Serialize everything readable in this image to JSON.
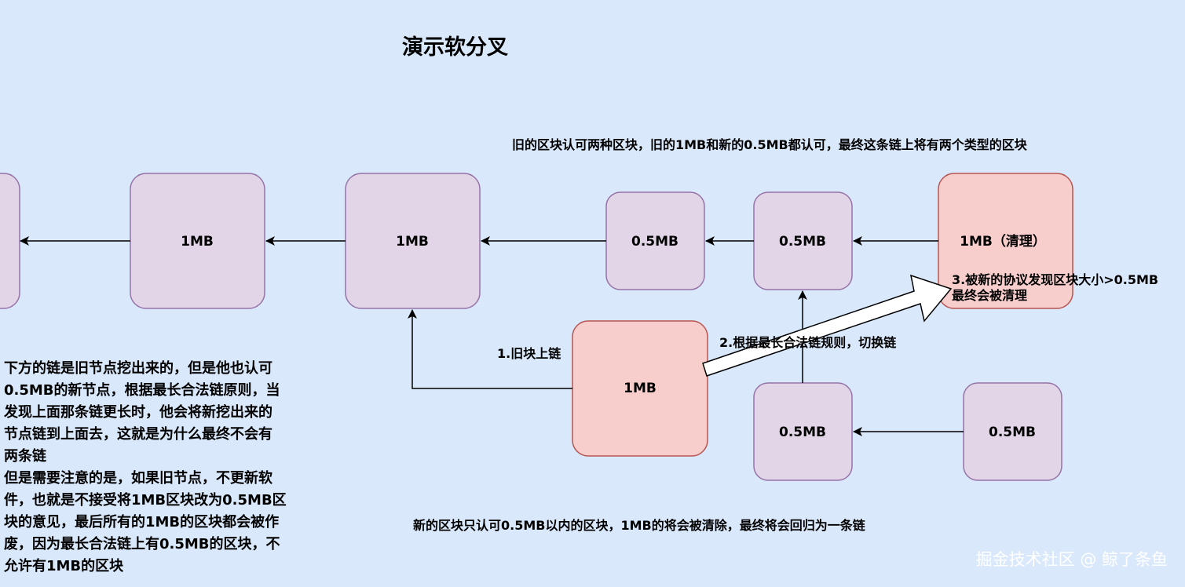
{
  "title": "演示软分叉",
  "note_top": "旧的区块认可两种区块，旧的1MB和新的0.5MB都认可，最终这条链上将有两个类型的区块",
  "note_bottom": "新的区块只认可0.5MB以内的区块，1MB的将会被清除，最终将会回归为一条链",
  "steps": {
    "step1": "1.旧块上链",
    "step2": "2.根据最长合法链规则，切换链",
    "step3": "3.被新的协议发现区块大小>0.5MB\n最终会被清理"
  },
  "left_text": "下方的链是旧节点挖出来的，但是他也认可\n0.5MB的新节点，根据最长合法链原则，当\n发现上面那条链更长时，他会将新挖出来的\n节点链到上面去，这就是为什么最终不会有\n两条链\n但是需要注意的是，如果旧节点，不更新软\n件，也就是不接受将1MB区块改为0.5MB区\n块的意见，最后所有的1MB的区块都会被作\n废，因为最长合法链上有0.5MB的区块，不\n允许有1MB的区块",
  "blocks": {
    "top_offscreen": "",
    "top_1": "1MB",
    "top_2": "1MB",
    "top_3": "0.5MB",
    "top_4": "0.5MB",
    "top_5": "1MB（清理）",
    "mid_old": "1MB",
    "bottom_1": "0.5MB",
    "bottom_2": "0.5MB"
  },
  "colors": {
    "background": "#dae8fc",
    "purple_fill": "#e1d5e7",
    "purple_stroke": "#9673a6",
    "red_fill": "#f8cecc",
    "red_stroke": "#b85450"
  },
  "watermark": "掘金技术社区 @ 鲸了条鱼"
}
